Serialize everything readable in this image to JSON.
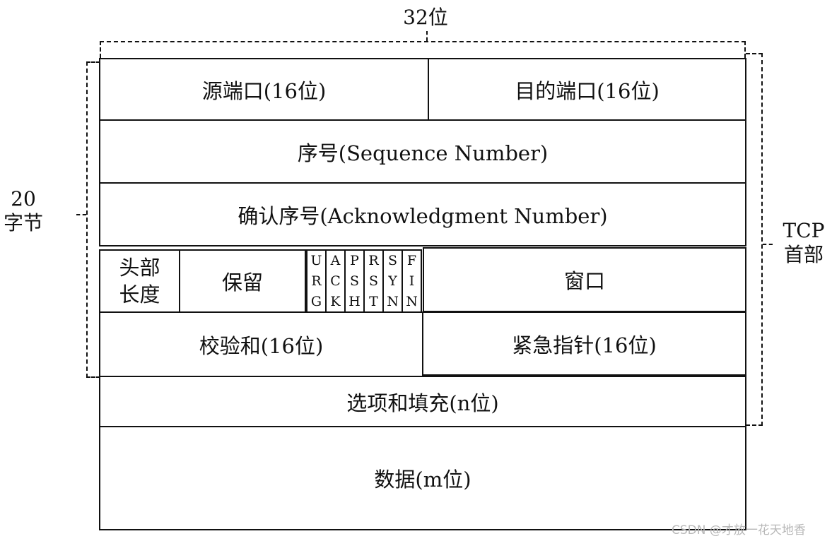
{
  "width_label": "32位",
  "left_label": {
    "line1": "20",
    "line2": "字节"
  },
  "right_label": {
    "line1": "TCP",
    "line2": "首部"
  },
  "fields": {
    "src_port": "源端口(16位)",
    "dst_port": "目的端口(16位)",
    "seq": "序号(Sequence Number)",
    "ack": "确认序号(Acknowledgment Number)",
    "header_len": {
      "line1": "头部",
      "line2": "长度"
    },
    "reserved": "保留",
    "window": "窗口",
    "checksum": "校验和(16位)",
    "urgent": "紧急指针(16位)",
    "options": "选项和填充(n位)",
    "data": "数据(m位)"
  },
  "flags": [
    [
      "U",
      "R",
      "G"
    ],
    [
      "A",
      "C",
      "K"
    ],
    [
      "P",
      "S",
      "H"
    ],
    [
      "R",
      "S",
      "T"
    ],
    [
      "S",
      "Y",
      "N"
    ],
    [
      "F",
      "I",
      "N"
    ]
  ],
  "watermark": "CSDN @才放一花天地香"
}
